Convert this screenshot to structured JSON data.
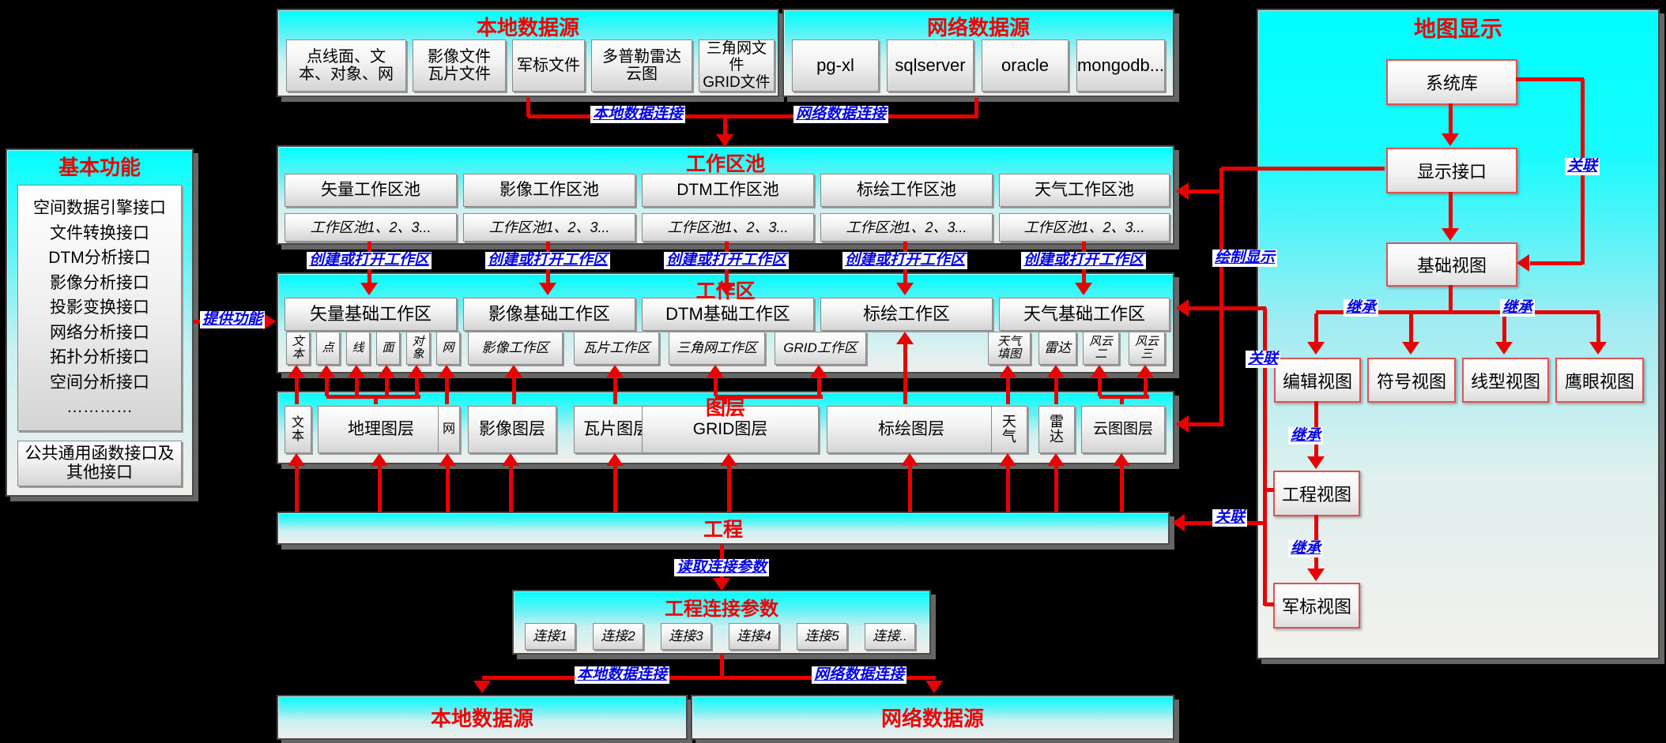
{
  "colors": {
    "accent_red": "#e80000",
    "label_blue": "#0000e8",
    "panel_cyan": "#00ffff",
    "title_red": "#f00000"
  },
  "top_local": {
    "title": "本地数据源",
    "boxes": [
      "点线面、文\n本、对象、网",
      "影像文件\n瓦片文件",
      "军标文件",
      "多普勒雷达\n云图",
      "三角网文件\nGRID文件"
    ]
  },
  "top_net": {
    "title": "网络数据源",
    "boxes": [
      "pg-xl",
      "sqlserver",
      "oracle",
      "mongodb..."
    ]
  },
  "map": {
    "title": "地图显示",
    "system_lib": "系统库",
    "display_iface": "显示接口",
    "base_view": "基础视图",
    "views": [
      "编辑视图",
      "符号视图",
      "线型视图",
      "鹰眼视图"
    ],
    "project_view": "工程视图",
    "military_view": "军标视图"
  },
  "basic": {
    "title": "基本功能",
    "interfaces": [
      "空间数据引擎接口",
      "文件转换接口",
      "DTM分析接口",
      "影像分析接口",
      "投影变换接口",
      "网络分析接口",
      "拓扑分析接口",
      "空间分析接口",
      "…………"
    ],
    "bottom": "公共通用函数接口及\n其他接口"
  },
  "pools": {
    "title": "工作区池",
    "columns": [
      {
        "name": "矢量工作区池",
        "sub": "工作区池1、2、3..."
      },
      {
        "name": "影像工作区池",
        "sub": "工作区池1、2、3..."
      },
      {
        "name": "DTM工作区池",
        "sub": "工作区池1、2、3..."
      },
      {
        "name": "标绘工作区池",
        "sub": "工作区池1、2、3..."
      },
      {
        "name": "天气工作区池",
        "sub": "工作区池1、2、3..."
      }
    ]
  },
  "workspace": {
    "title": "工作区",
    "main": [
      "矢量基础工作区",
      "影像基础工作区",
      "DTM基础工作区",
      "标绘工作区",
      "天气基础工作区"
    ],
    "vector_small": [
      "文\n本",
      "点",
      "线",
      "面",
      "对\n象",
      "网"
    ],
    "mid_small": [
      "影像工作区",
      "瓦片工作区",
      "三角网工作区",
      "GRID工作区"
    ],
    "weather_small": [
      "天气\n填图",
      "雷达",
      "风云\n二",
      "风云\n三"
    ]
  },
  "layers": {
    "title": "图层",
    "boxes": [
      "文\n本",
      "地理图层",
      "网",
      "影像图层",
      "瓦片图层",
      "GRID图层",
      "标绘图层",
      "天\n气",
      "雷\n达",
      "云图图层"
    ]
  },
  "project": {
    "title": "工程"
  },
  "params": {
    "title": "工程连接参数",
    "boxes": [
      "连接1",
      "连接2",
      "连接3",
      "连接4",
      "连接5",
      "连接.."
    ]
  },
  "bottom_local": {
    "title": "本地数据源"
  },
  "bottom_net": {
    "title": "网络数据源"
  },
  "labels": {
    "local_conn": "本地数据连接",
    "net_conn": "网络数据连接",
    "create_open": "创建或打开工作区",
    "provide": "提供功能",
    "draw": "绘制显示",
    "assoc": "关联",
    "inherit": "继承",
    "read_params": "读取连接参数"
  }
}
